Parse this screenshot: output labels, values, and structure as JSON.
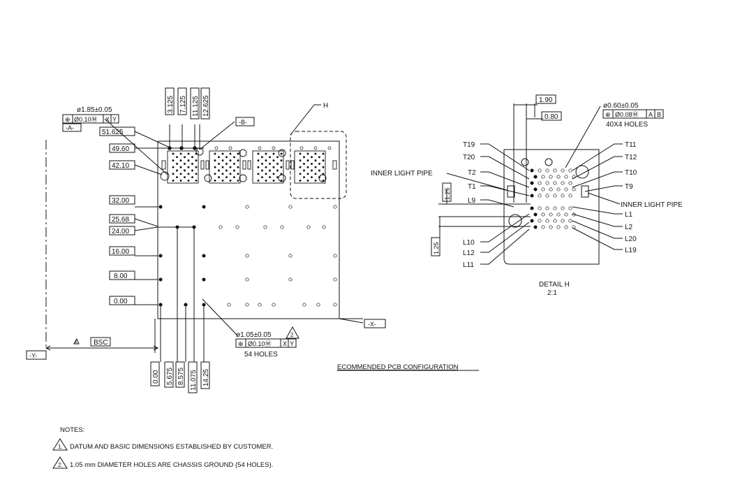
{
  "datums": {
    "a": "-A-",
    "b": "-B-",
    "x": "-X-",
    "y": "-Y-"
  },
  "callout_h": "H",
  "hole_large": {
    "diameter": "ø1.85±0.05",
    "tol_symbol": "⊕",
    "tol_value": "Ø0.10Ⓜ",
    "ref1": "X",
    "ref2": "Y"
  },
  "hole_small": {
    "diameter": "ø1.05±0.05",
    "note_flag": "2",
    "tol_symbol": "⊕",
    "tol_value": "Ø0.10Ⓜ",
    "ref1": "X",
    "ref2": "Y",
    "count": "54  HOLES"
  },
  "hole_detail": {
    "diameter": "ø0.60±0.05",
    "tol_symbol": "⊕",
    "tol_value": "Ø0.08Ⓜ",
    "ref1": "A",
    "ref2": "B",
    "count": "40X4  HOLES"
  },
  "y_dims": [
    "51.625",
    "49.60",
    "42.10",
    "32.00",
    "25.68",
    "24.00",
    "16.00",
    "8.00",
    "0.00"
  ],
  "top_dims": [
    "3.125",
    "7.125",
    "11.125",
    "12.625"
  ],
  "bottom_dims": [
    "0.00",
    "5.675",
    "8.575",
    "11.075",
    "14.25"
  ],
  "bsc": {
    "flag": "1",
    "label": "BSC"
  },
  "pcb_title": "ECOMMENDED  PCB  CONFIGURATION",
  "detail": {
    "dims": {
      "d190": "1.90",
      "d080": "0.80",
      "d125a": "1.25",
      "d125b": "1.25"
    },
    "left_labels": [
      "T19",
      "T20",
      "T2",
      "T1",
      "L9",
      "L10",
      "L12",
      "L11"
    ],
    "right_labels": [
      "T11",
      "T12",
      "T10",
      "T9",
      "L1",
      "L2",
      "L20",
      "L19"
    ],
    "light_pipe_left": "INNER  LIGHT  PIPE",
    "light_pipe_right": "INNER  LIGHT  PIPE",
    "title": "DETAIL  H",
    "scale": "2:1"
  },
  "notes": {
    "heading": "NOTES:",
    "items": [
      {
        "num": "1.",
        "text": "DATUM  AND  BASIC  DIMENSIONS  ESTABLISHED  BY  CUSTOMER."
      },
      {
        "num": "2.",
        "text": "1.05  mm  DIAMETER  HOLES  ARE  CHASSIS  GROUND  (54  HOLES)."
      }
    ]
  }
}
